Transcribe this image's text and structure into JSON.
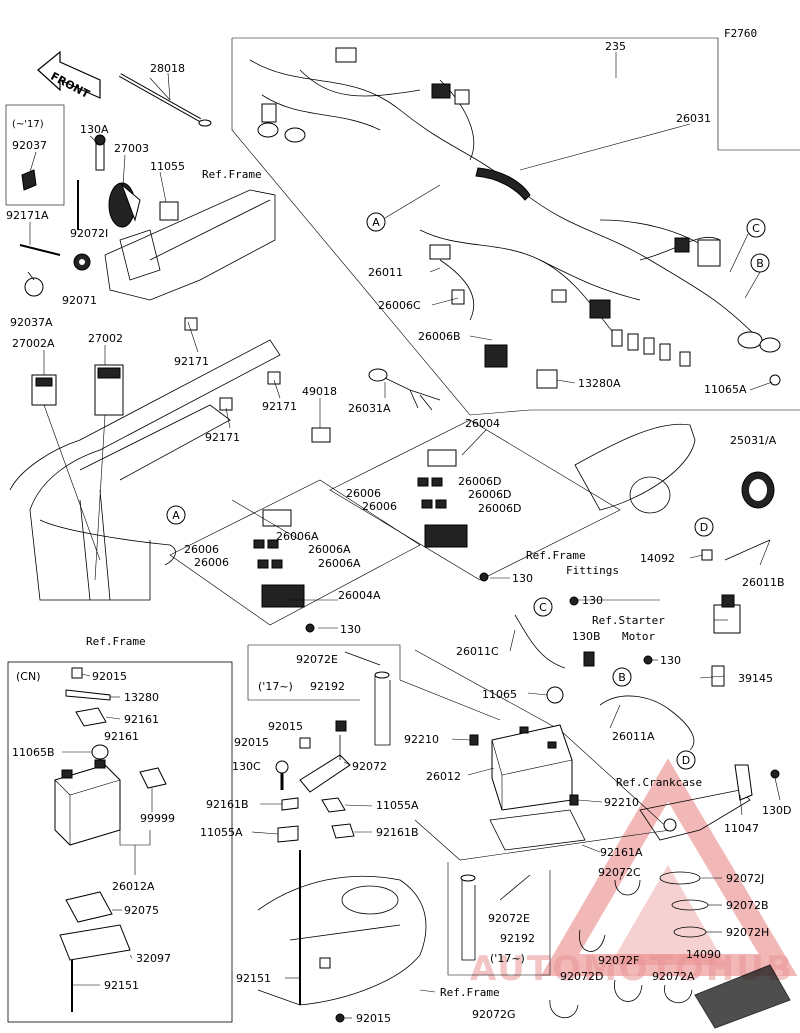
{
  "code": "F2760",
  "front_label": "FRONT",
  "labels": {
    "p28018": "28018",
    "p235": "235",
    "p26031": "26031",
    "p130A": "130A",
    "p27003": "27003",
    "p11055": "11055",
    "p92037": "92037",
    "p92037_year": "(~'17)",
    "p92171A": "92171A",
    "p92072I": "92072I",
    "p92071": "92071",
    "p92037A": "92037A",
    "p26011": "26011",
    "p26006C": "26006C",
    "p26006B": "26006B",
    "p13280A": "13280A",
    "p11065A": "11065A",
    "p27002A": "27002A",
    "p27002": "27002",
    "p92171_a": "92171",
    "p92171_b": "92171",
    "p92171_c": "92171",
    "p49018": "49018",
    "p26031A": "26031A",
    "p26004": "26004",
    "p26006_a": "26006",
    "p26006_b": "26006",
    "p26006D_a": "26006D",
    "p26006D_b": "26006D",
    "p26006D_c": "26006D",
    "p25031A": "25031/A",
    "p26006_c": "26006",
    "p26006_d": "26006",
    "p26006A_a": "26006A",
    "p26006A_b": "26006A",
    "p26006A_c": "26006A",
    "p26004A": "26004A",
    "p130_a": "130",
    "p130_b": "130",
    "p130_c": "130",
    "p130_d": "130",
    "p14092": "14092",
    "p26011B": "26011B",
    "p130B": "130B",
    "p26011C": "26011C",
    "p92072E": "92072E",
    "p92192": "92192",
    "p17up": "('17~)",
    "p11065": "11065",
    "p39145": "39145",
    "p92210_a": "92210",
    "p26011A": "26011A",
    "p26012": "26012",
    "p92015_a": "92015",
    "p92015_b": "92015",
    "p92072": "92072",
    "p130C": "130C",
    "p92161B_a": "92161B",
    "p11055A_a": "11055A",
    "p11055A_b": "11055A",
    "p92161B_b": "92161B",
    "p92210_b": "92210",
    "p11047": "11047",
    "p130D": "130D",
    "p92161A": "92161A",
    "p92072C": "92072C",
    "p92072J": "92072J",
    "p92072B": "92072B",
    "p92072H": "92072H",
    "p14090": "14090",
    "p92072E_b": "92072E",
    "p92192_b": "92192",
    "p17up_b": "('17~)",
    "p92072D": "92072D",
    "p92072F": "92072F",
    "p92072A": "92072A",
    "p92072G": "92072G",
    "p92151": "92151",
    "p92015_c": "92015",
    "cn": "(CN)",
    "cn92015": "92015",
    "cn13280": "13280",
    "cn92161_a": "92161",
    "cn92161_b": "92161",
    "cn11065B": "11065B",
    "cn99999": "99999",
    "cn26012A": "26012A",
    "cn92075": "92075",
    "cn32097": "32097",
    "cn92151": "92151"
  },
  "refs": {
    "frame_a": "Ref.Frame",
    "frame_b": "Ref.Frame",
    "frame_c": "Ref.Frame",
    "frame_fittings_1": "Ref.Frame",
    "frame_fittings_2": "Fittings",
    "starter_1": "Ref.Starter",
    "starter_2": "Motor",
    "crankcase": "Ref.Crankcase"
  },
  "callouts": {
    "A1": "A",
    "A2": "A",
    "B1": "B",
    "B2": "B",
    "C1": "C",
    "C2": "C",
    "D1": "D",
    "D2": "D"
  },
  "watermark": "AUTOMOTOHUB"
}
